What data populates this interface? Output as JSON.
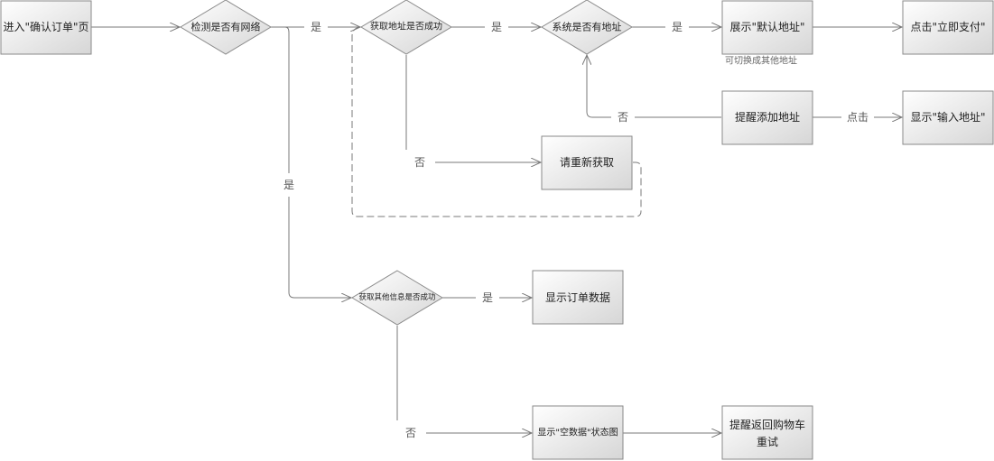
{
  "nodes": {
    "enter_page": "进入\"确认订单\"页",
    "check_network": "检测是否有网络",
    "get_address_success": "获取地址是否成功",
    "system_has_address": "系统是否有地址",
    "show_default_address": "展示\"默认地址\"",
    "click_pay_now": "点击\"立即支付\"",
    "remind_add_address": "提醒添加地址",
    "show_input_address": "显示\"输入地址\"",
    "please_refetch": "请重新获取",
    "get_other_info_success": "获取其他信息是否成功",
    "show_order_data": "显示订单数据",
    "show_empty_state": "显示\"空数据\"状态图",
    "remind_return_cart_line1": "提醒返回购物车",
    "remind_return_cart_line2": "重试"
  },
  "edge_labels": {
    "network_yes_top": "是",
    "address_success_yes": "是",
    "has_address_yes": "是",
    "has_address_no": "否",
    "click": "点击",
    "address_fail_no": "否",
    "network_yes_down": "是",
    "other_info_yes": "是",
    "other_info_no": "否"
  },
  "notes": {
    "switch_address": "可切换成其他地址"
  },
  "colors": {
    "node_fill_top": "#ffffff",
    "node_fill_bottom": "#d6d6d6",
    "node_stroke": "#8a8a8a",
    "edge": "#7a7a7a",
    "text": "#222222",
    "label_text": "#555555"
  }
}
